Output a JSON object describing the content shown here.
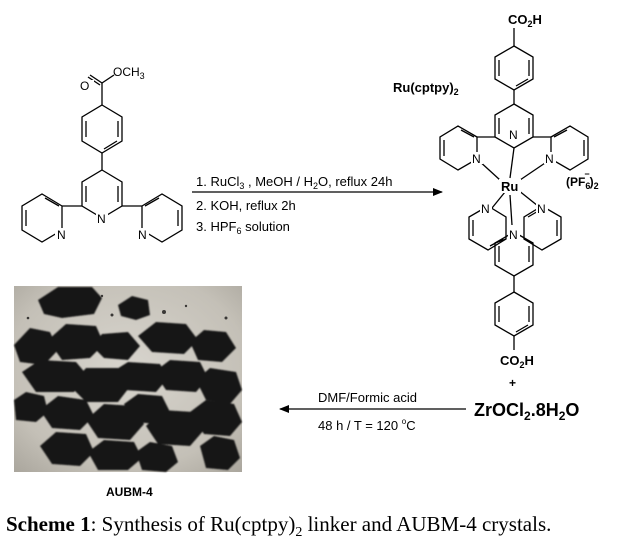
{
  "reactant": {
    "ester_group": "OCH",
    "ester_sub": "3",
    "carbonyl_o": "O",
    "n_atom": "N"
  },
  "conditions": {
    "step1_a": "1. RuCl",
    "step1_sub": "3",
    "step1_b": " , MeOH / H",
    "step1_sub2": "2",
    "step1_c": "O, reflux 24h",
    "step2": "2. KOH, reflux 2h",
    "step3_a": "3. HPF",
    "step3_sub": "6",
    "step3_b": " solution"
  },
  "complex": {
    "name_a": "Ru(cptpy)",
    "name_sub": "2",
    "acid_top_a": "CO",
    "acid_top_sub": "2",
    "acid_top_b": "H",
    "acid_bottom_a": "CO",
    "acid_bottom_sub": "2",
    "acid_bottom_b": "H",
    "metal": "Ru",
    "counterion_a": "(PF",
    "counterion_sub": "6",
    "counterion_sup": "−",
    "counterion_b": ")",
    "counterion_sub2": "2",
    "n_atom": "N"
  },
  "plus": "+",
  "zr_reagent": {
    "a": "ZrOCl",
    "sub": "2",
    "b": ".8H",
    "sub2": "2",
    "c": "O"
  },
  "mof_conditions": {
    "solvent": "DMF/Formic acid",
    "time_temp_a": "48 h / T = 120 ",
    "degree": "o",
    "time_temp_b": "C"
  },
  "product_label": "AUBM-4",
  "caption": {
    "prefix": "Scheme 1",
    "text_a": ": Synthesis of Ru(cptpy)",
    "sub": "2",
    "text_b": " linker and AUBM-4 crystals."
  }
}
